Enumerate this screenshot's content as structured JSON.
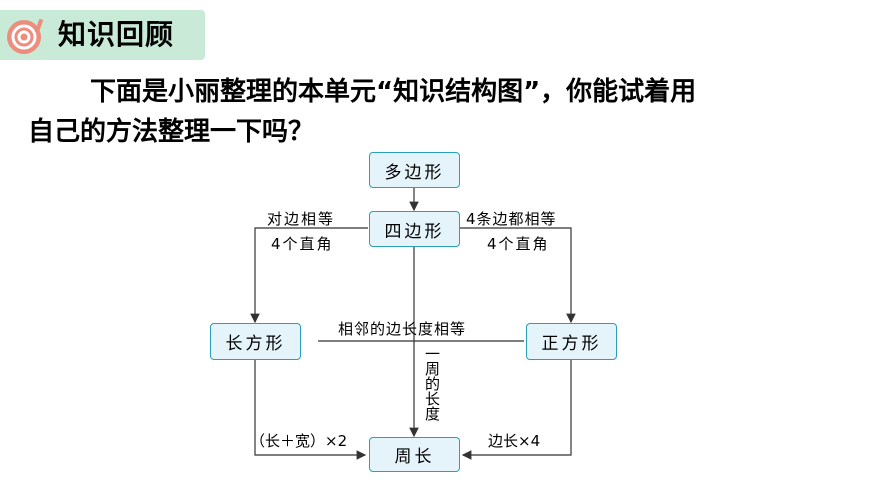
{
  "header": {
    "title": "知识回顾",
    "icon": "spiral-snail-icon"
  },
  "intro": {
    "line1": "下面是小丽整理的本单元“知识结构图”，你能试着用",
    "line2": "自己的方法整理一下吗？"
  },
  "diagram": {
    "polygon": "多边形",
    "quadrilateral": "四边形",
    "rectangle": "长方形",
    "square": "正方形",
    "perimeter": "周长",
    "left_cond_1": "对边相等",
    "left_cond_2": "4个直角",
    "right_cond_1": "4条边都相等",
    "right_cond_2": "4个直角",
    "adjacent_equal": "相邻的边长度相等",
    "perimeter_def": "一周的长度",
    "rect_formula": "（长＋宽）×2",
    "square_formula": "边长×4"
  },
  "colors": {
    "box_border": "#2a9fb8",
    "box_fill": "#e5f3fa",
    "header_band": "#c8ead6",
    "icon": "#e87c6c"
  }
}
